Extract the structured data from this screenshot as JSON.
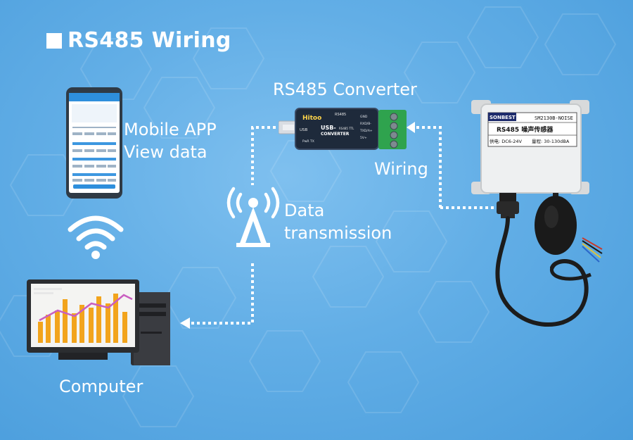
{
  "title": "RS485 Wiring",
  "labels": {
    "converter": "RS485 Converter",
    "mobile_line1": "Mobile APP",
    "mobile_line2": "View data",
    "wiring": "Wiring",
    "data_line1": "Data",
    "data_line2": "transmission",
    "computer": "Computer"
  },
  "converter_device": {
    "brand": "Hitoo",
    "model": "RS485",
    "line1": "USB-",
    "line2": "CONVERTER",
    "usb": "USB",
    "ttl": "RS485 TTL",
    "pins": [
      "GND",
      "RXD/B-",
      "TXD/A+",
      "5V+"
    ],
    "footer": "PwR TX"
  },
  "sensor_device": {
    "brand": "SONBEST",
    "model": "SM2130B-NOISE",
    "name": "RS485 噪声传感器",
    "power": "供电: DC6-24V",
    "range": "量程: 30-130dBA"
  }
}
